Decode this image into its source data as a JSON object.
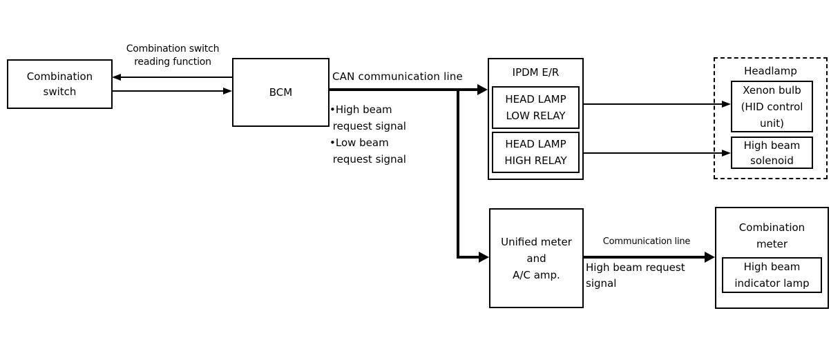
{
  "colors": {
    "background": "#ffffff",
    "line": "#000000"
  },
  "nodes": {
    "combination_switch": "Combination\nswitch",
    "bcm": "BCM",
    "ipdm_er": "IPDM E/R",
    "head_lamp_low_relay": "HEAD LAMP\nLOW RELAY",
    "head_lamp_high_relay": "HEAD LAMP\nHIGH RELAY",
    "headlamp": "Headlamp",
    "xenon_bulb": "Xenon bulb\n(HID control\nunit)",
    "high_beam_solenoid": "High beam\nsolenoid",
    "unified_meter_ac_amp": "Unified meter\nand\nA/C amp.",
    "combination_meter": "Combination\nmeter",
    "high_beam_indicator_lamp": "High beam\nindicator lamp"
  },
  "edge_labels": {
    "combination_switch_reading": "Combination switch\nreading function",
    "can_communication_line": "CAN communication line",
    "can_signals": "•High beam\n request signal\n•Low beam\n request signal",
    "communication_line": "Communication line",
    "high_beam_request_signal": "High beam request\nsignal"
  }
}
